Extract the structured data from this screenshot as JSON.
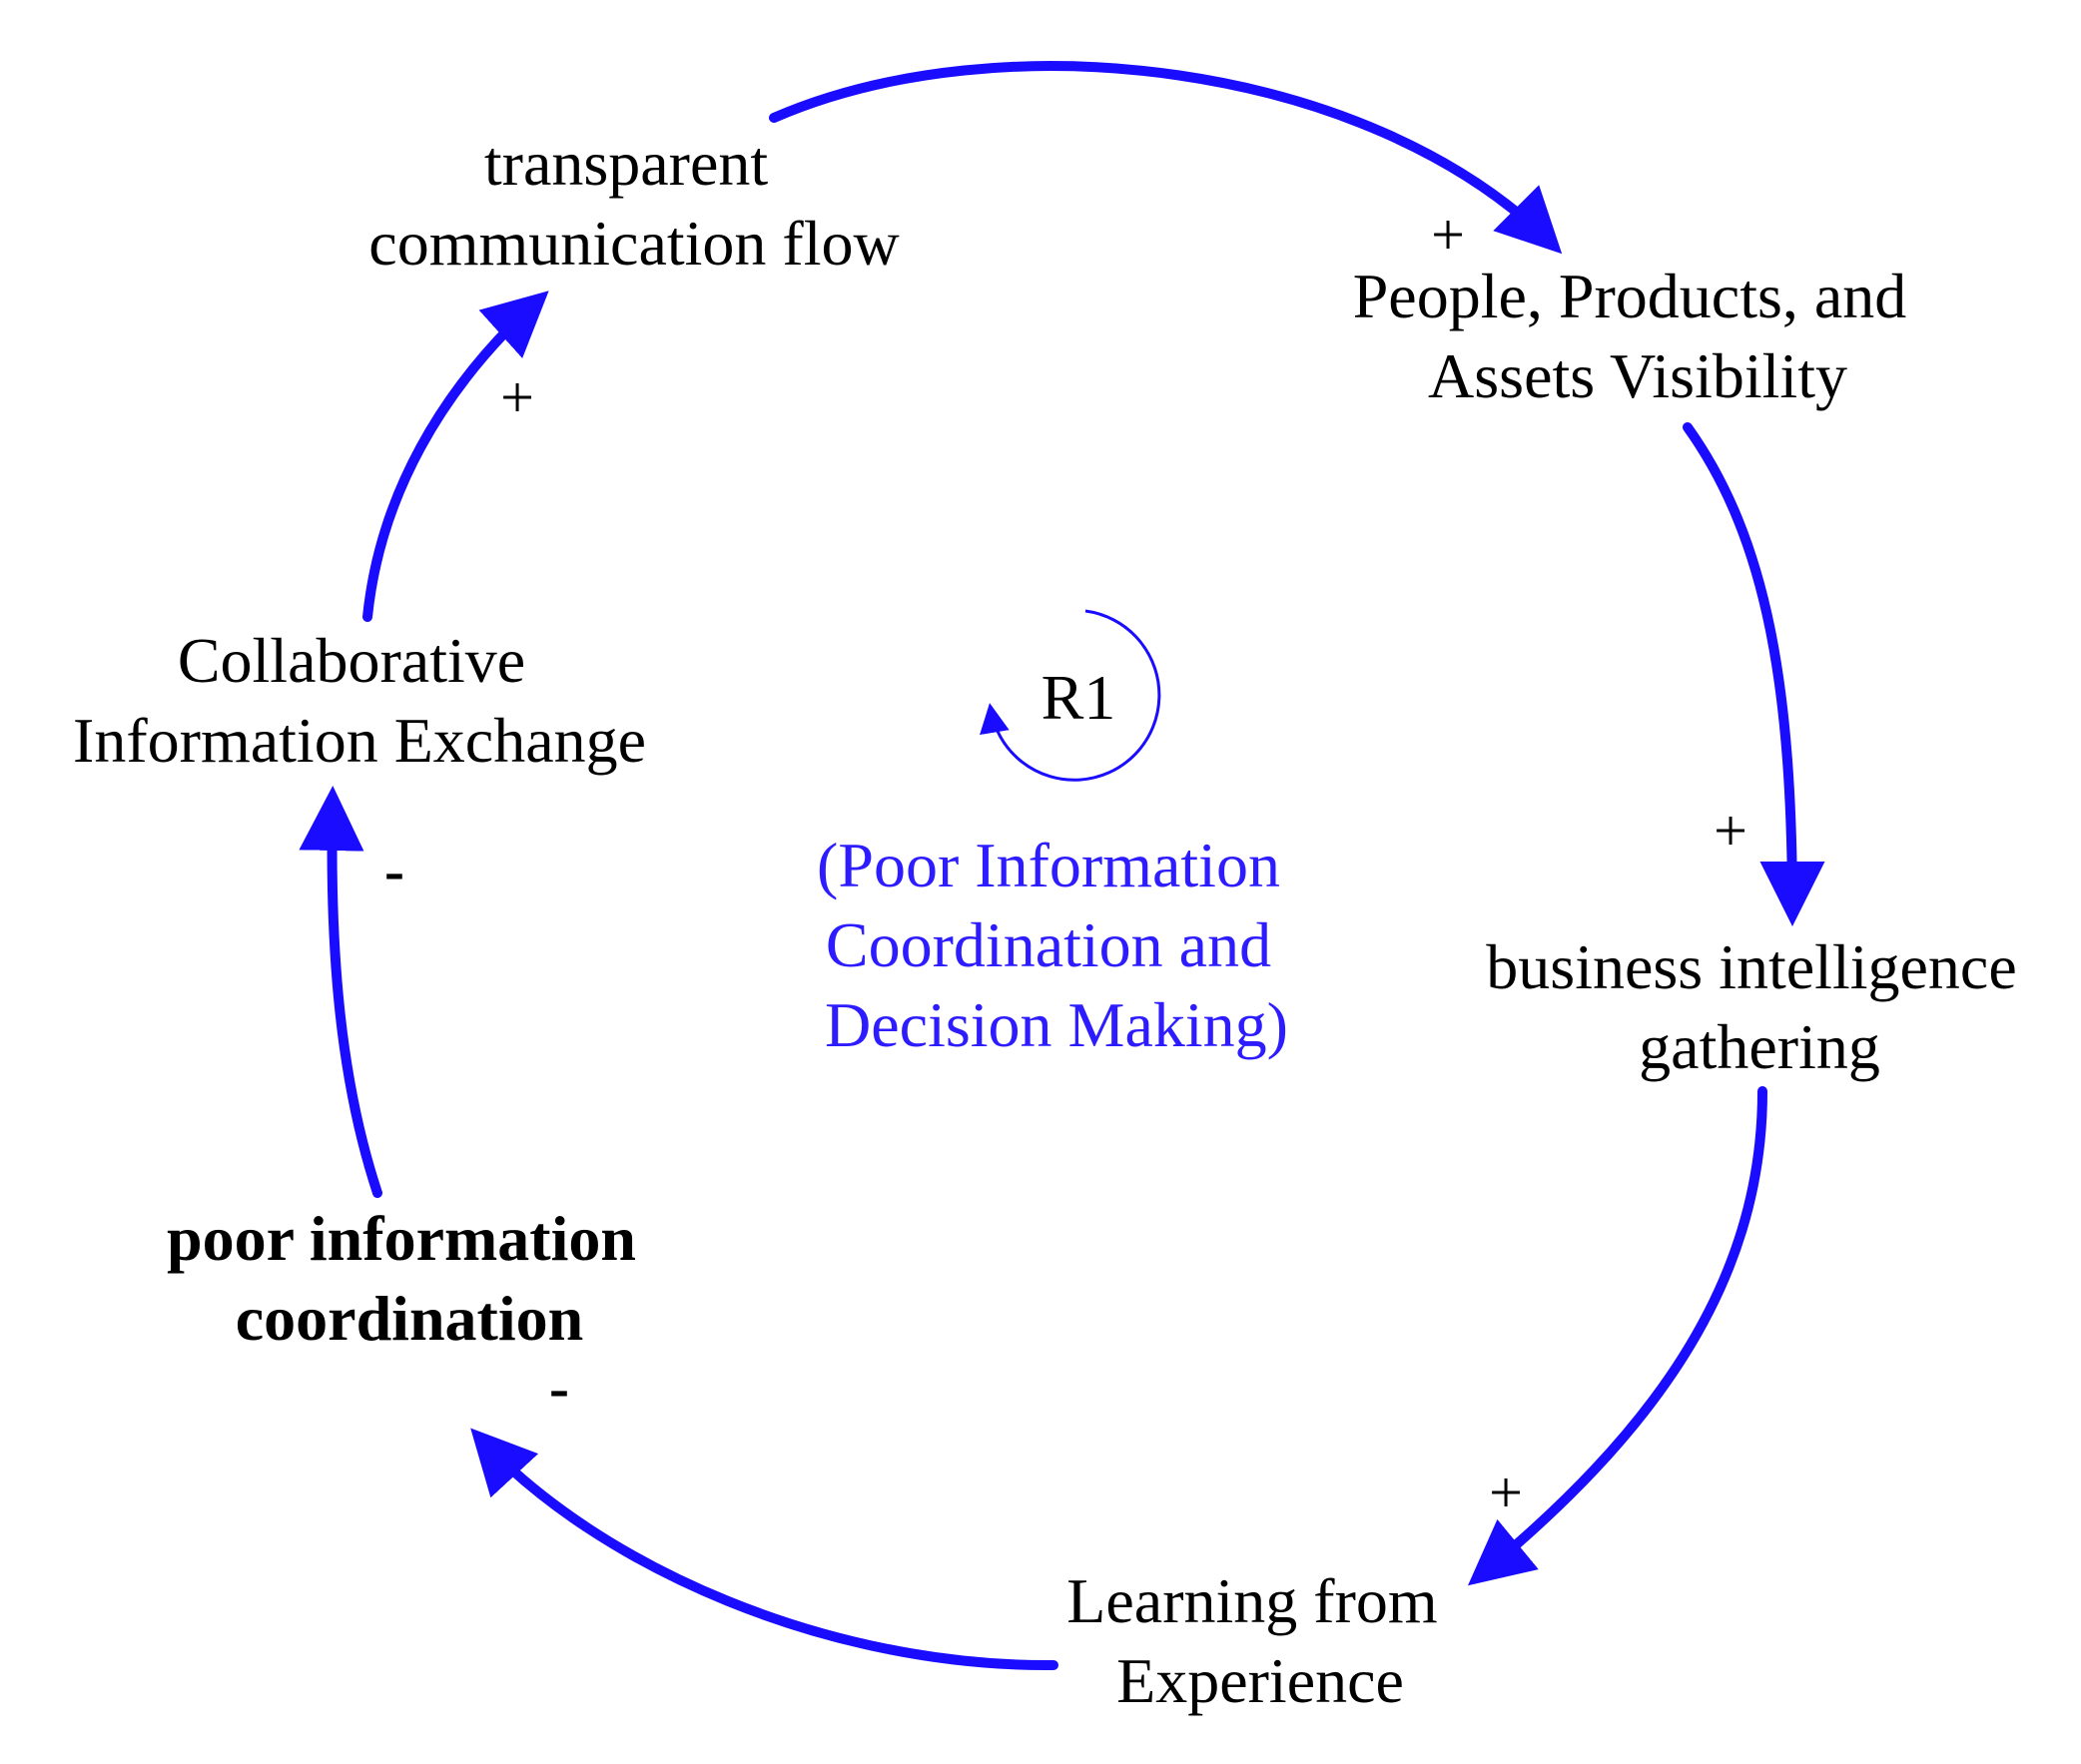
{
  "colors": {
    "link": "#1a0dff",
    "loop_name": "#2d1cff",
    "text": "#000000"
  },
  "nodes": {
    "transparent_communication_flow": [
      "transparent",
      "communication flow"
    ],
    "assets_visibility": [
      "People, Products, and",
      "Assets Visibility"
    ],
    "business_intelligence_gathering": [
      "business intelligence",
      "gathering"
    ],
    "learning_from_experience": [
      "Learning from",
      "Experience"
    ],
    "poor_information_coordination": [
      "poor information",
      "coordination"
    ],
    "collaborative_information_exchange": [
      "Collaborative",
      "Information Exchange"
    ]
  },
  "links": {
    "communication_to_visibility": "+",
    "visibility_to_intelligence": "+",
    "intelligence_to_learning": "+",
    "learning_to_coordination": "-",
    "coordination_to_exchange": "-",
    "exchange_to_communication": "+"
  },
  "loop": {
    "label": "R1",
    "name": [
      "(Poor Information",
      "Coordination and",
      "Decision Making)"
    ]
  }
}
